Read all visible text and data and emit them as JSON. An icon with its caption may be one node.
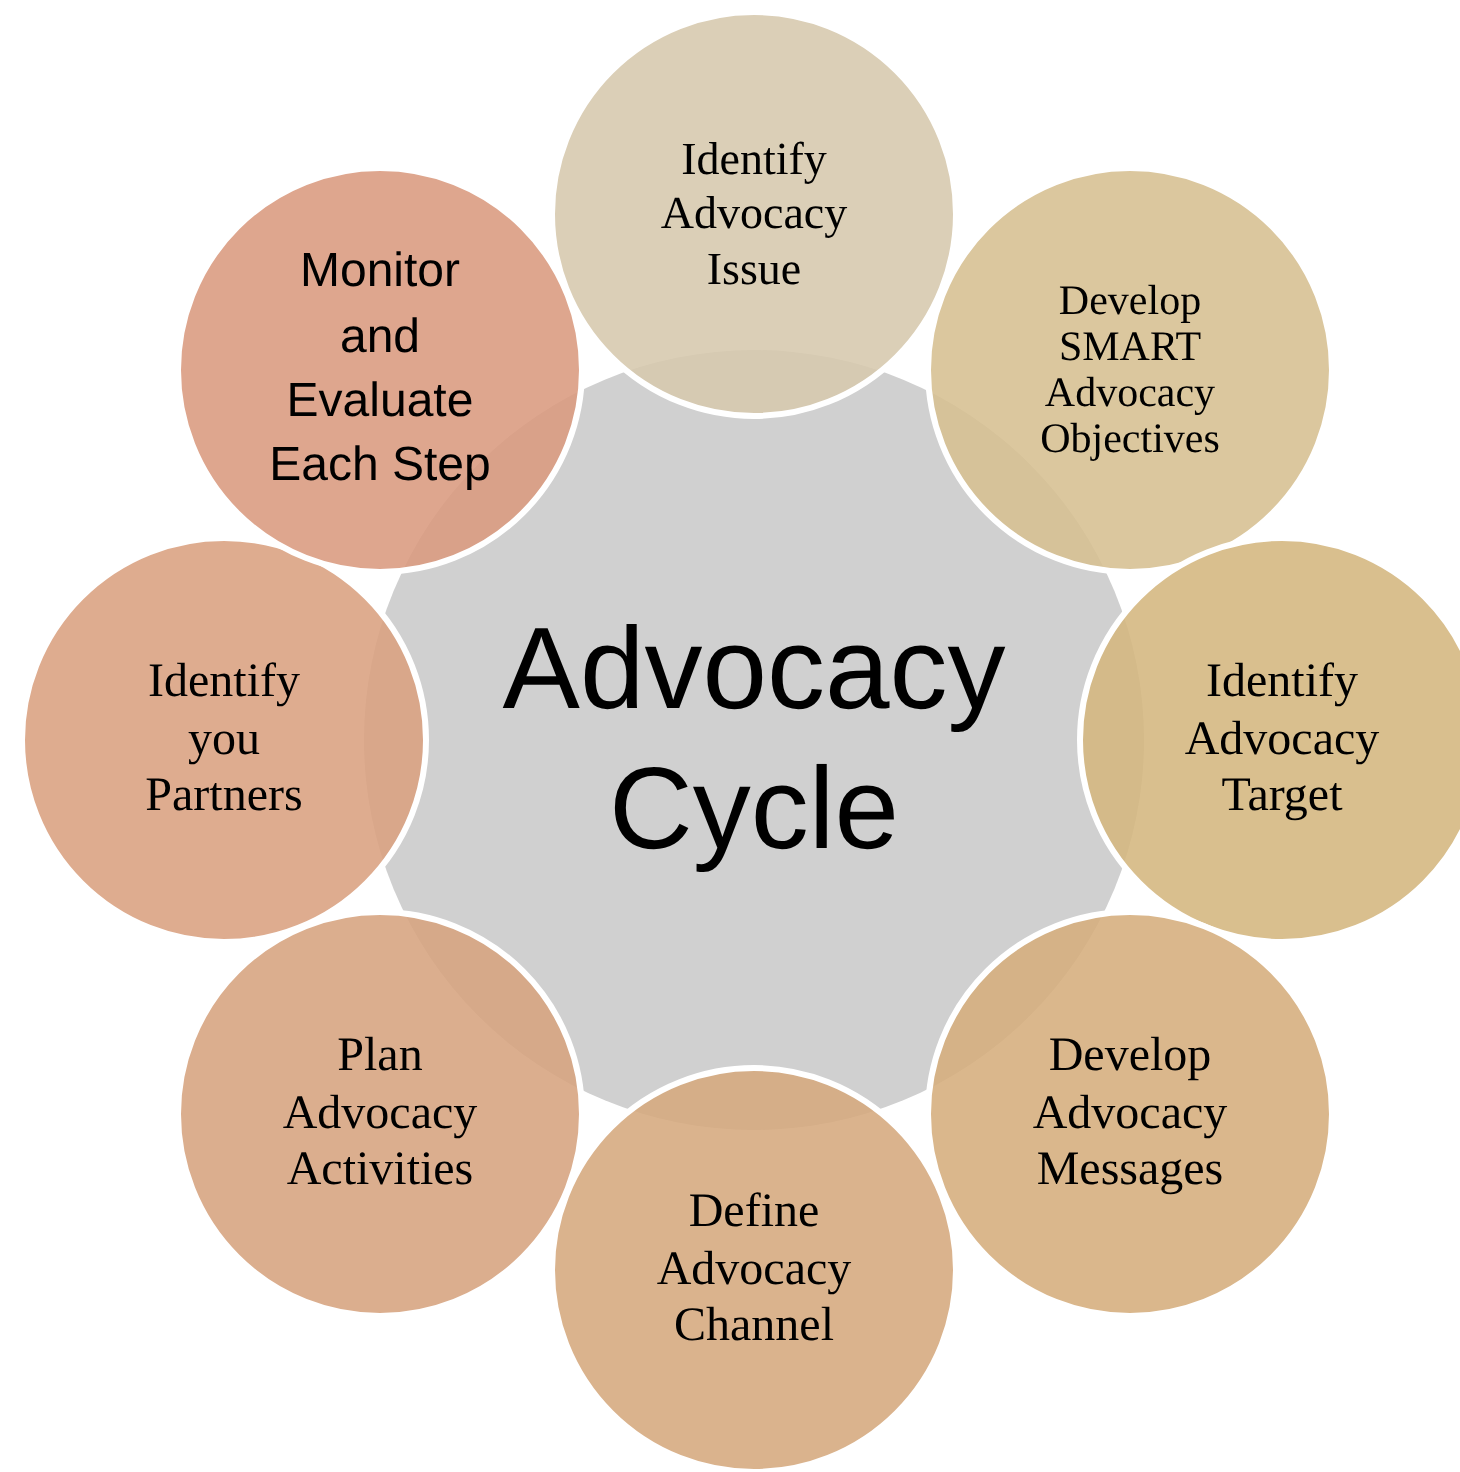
{
  "diagram": {
    "nodes": [
      {
        "text": [
          "Advocacy Cycle"
        ]
      },
      {
        "text": [
          "Identify Advocacy Issue"
        ]
      },
      {
        "text": [
          "Develop SMART Advocacy Objectives"
        ]
      },
      {
        "text": [
          "Identify Advocacy Target"
        ]
      },
      {
        "text": [
          "Develop Advocacy Messages"
        ]
      },
      {
        "text": [
          "Define Advocacy Channel"
        ]
      },
      {
        "text": [
          "Plan Advocacy Activities"
        ]
      },
      {
        "text": [
          "Identify you Partners"
        ]
      },
      {
        "text": [
          "Monitor and Evaluate Each Step"
        ]
      }
    ]
  }
}
